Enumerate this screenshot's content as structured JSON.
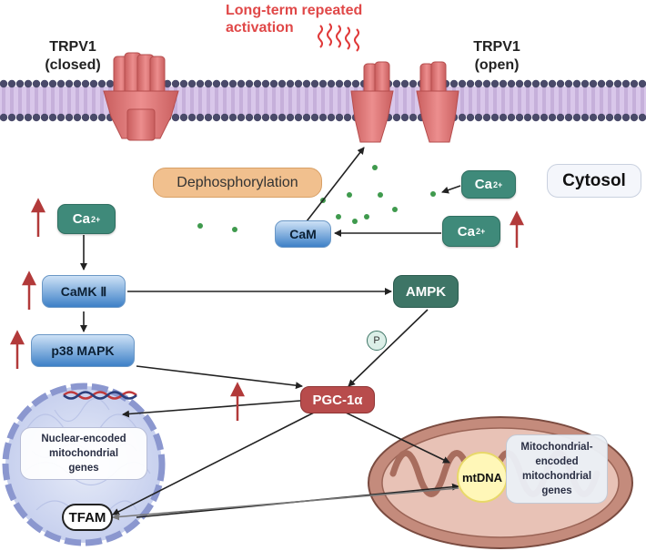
{
  "labels": {
    "trpv1_closed_line1": "TRPV1",
    "trpv1_closed_line2": "(closed)",
    "trpv1_open_line1": "TRPV1",
    "trpv1_open_line2": "(open)",
    "activation_line1": "Long-term repeated",
    "activation_line2": "activation",
    "cytosol": "Cytosol",
    "dephosphorylation": "Dephosphorylation"
  },
  "nodes": {
    "ca_left": {
      "base": "Ca",
      "sup": "2+"
    },
    "ca_right_top": {
      "base": "Ca",
      "sup": "2+"
    },
    "ca_right_mid": {
      "base": "Ca",
      "sup": "2+"
    },
    "cam": "CaM",
    "camk": "CaMK Ⅱ",
    "ampk": "AMPK",
    "p38": "p38 MAPK",
    "phospho": "P",
    "pgc": "PGC-1α",
    "tfam": "TFAM",
    "mtdna": "mtDNA"
  },
  "boxes": {
    "nuclear_line1": "Nuclear-encoded",
    "nuclear_line2": "mitochondrial",
    "nuclear_line3": "genes",
    "mito_line1": "Mitochondrial-",
    "mito_line2": "encoded",
    "mito_line3": "mitochondrial",
    "mito_line4": "genes"
  },
  "colors": {
    "membrane_head": "#4a4a6a",
    "channel": "#e07a7a",
    "calcium_green": "#3f8a7a",
    "camk_blue": "#3d80c7",
    "pgc_red": "#b84c4c",
    "up_arrow_red": "#b23a3a",
    "activation_red": "#e04848",
    "nucleus": "#9aa6d6",
    "mitochondrion": "#c98f7f"
  }
}
